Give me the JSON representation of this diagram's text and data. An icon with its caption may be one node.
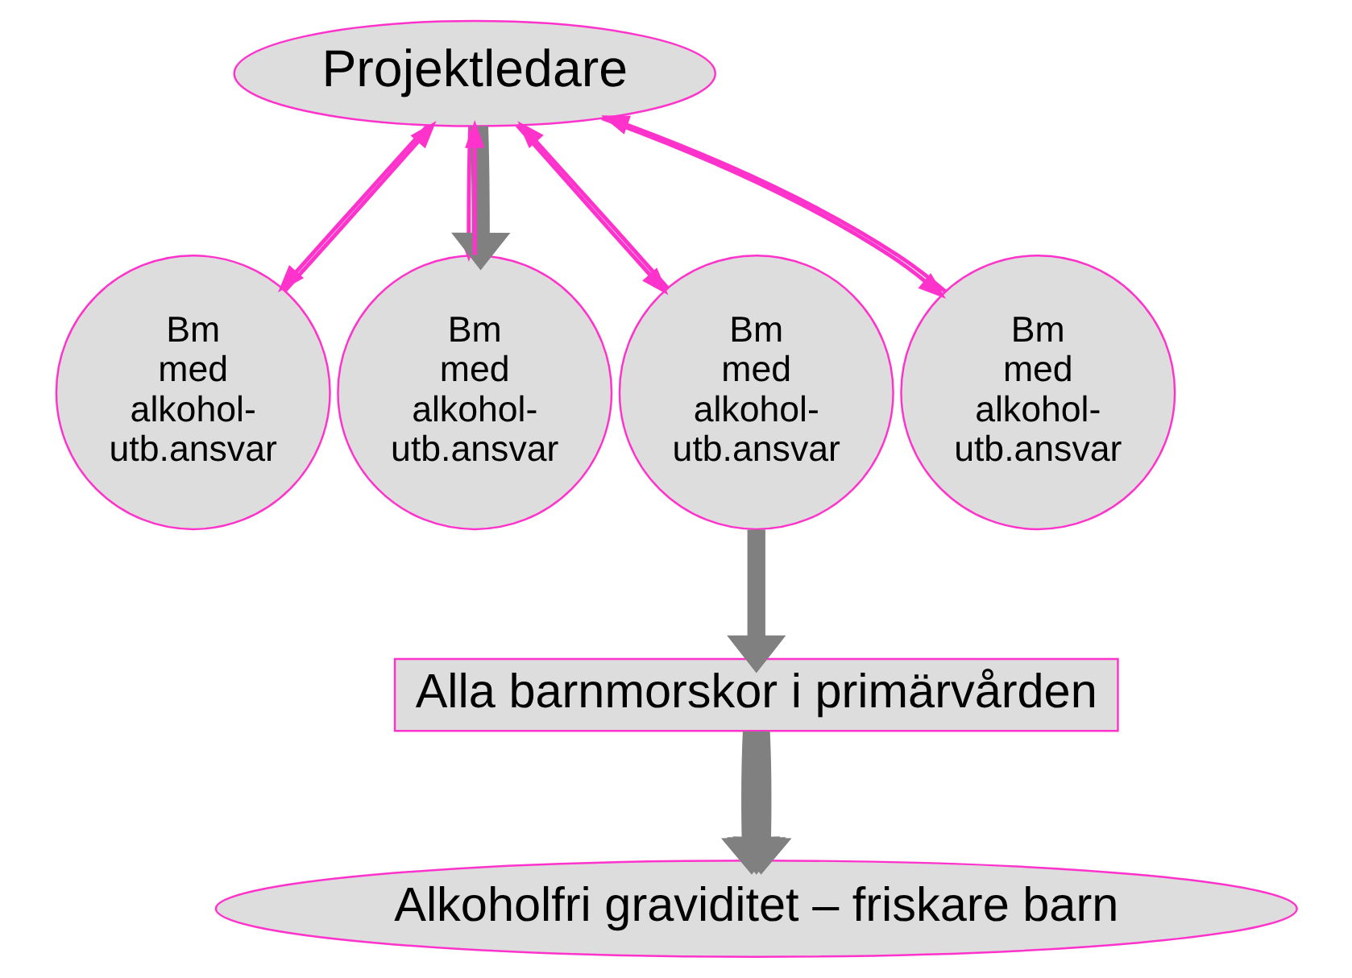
{
  "diagram": {
    "nodes": [
      {
        "text": [
          "Projektledare"
        ]
      },
      {
        "text": [
          "Bm med alkohol- utb.ansvar"
        ]
      },
      {
        "text": [
          "Bm med alkohol- utb.ansvar"
        ]
      },
      {
        "text": [
          "Bm med alkohol- utb.ansvar"
        ]
      },
      {
        "text": [
          "Bm med alkohol- utb.ansvar"
        ]
      },
      {
        "text": [
          "Alla barnmorskor i primärvården"
        ]
      },
      {
        "text": [
          "Alkoholfri graviditet – friskare barn"
        ]
      }
    ],
    "edges": [
      {
        "from": 1,
        "to": 0,
        "arrow": "to"
      },
      {
        "from": 0,
        "to": 1,
        "arrow": "to"
      },
      {
        "from": 2,
        "to": 0,
        "arrow": "to"
      },
      {
        "from": 0,
        "to": 2,
        "arrow": "to"
      },
      {
        "from": 3,
        "to": 0,
        "arrow": "to"
      },
      {
        "from": 0,
        "to": 3,
        "arrow": "to"
      },
      {
        "from": 0,
        "to": 4,
        "arrow": "to"
      },
      {
        "from": 4,
        "to": 0,
        "arrow": "to"
      },
      {
        "from": 0,
        "to": 2,
        "arrow": "to",
        "style": "thick",
        "color": "#808080"
      },
      {
        "from": 3,
        "to": 5,
        "arrow": "to",
        "style": "thick",
        "color": "#808080"
      },
      {
        "from": 5,
        "to": 6,
        "arrow": "to",
        "style": "thick",
        "color": "#808080"
      },
      {
        "from": 5,
        "to": 6,
        "arrow": "to",
        "style": "thick",
        "color": "#808080"
      },
      {
        "from": 5,
        "to": 6,
        "arrow": "to",
        "style": "thick",
        "color": "#808080"
      }
    ]
  }
}
